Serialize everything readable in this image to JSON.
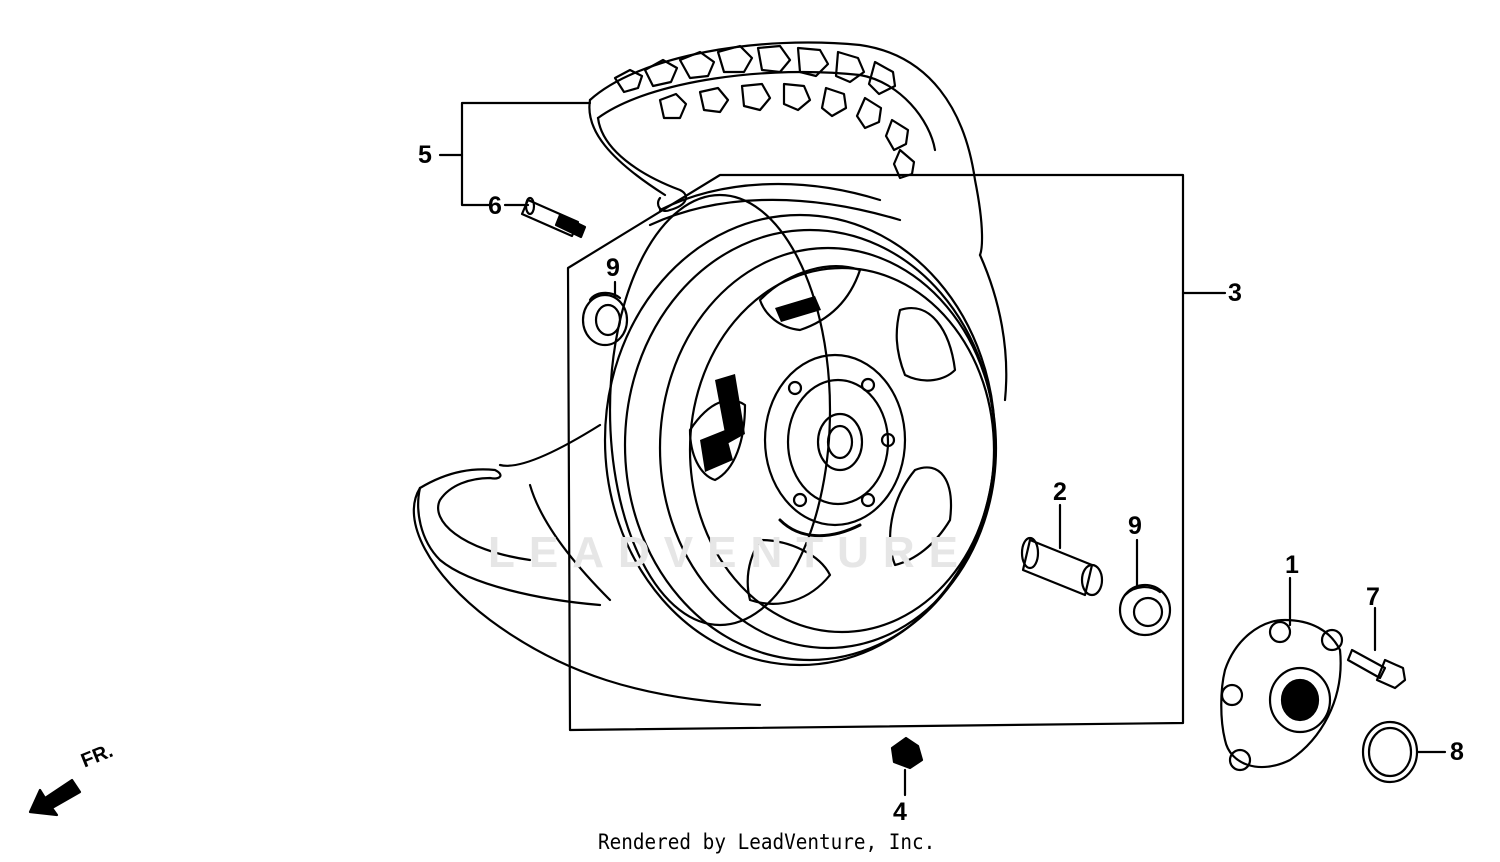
{
  "watermark": "LEADVENTURE",
  "footer": "Rendered by LeadVenture, Inc.",
  "direction_indicator": "FR.",
  "callouts": [
    {
      "id": "1",
      "label": "1",
      "part": "flange-hub-sprocket"
    },
    {
      "id": "2",
      "label": "2",
      "part": "distance-collar"
    },
    {
      "id": "3",
      "label": "3",
      "part": "wheel-assembly"
    },
    {
      "id": "4",
      "label": "4",
      "part": "balance-weight"
    },
    {
      "id": "5",
      "label": "5",
      "part": "tire-and-tube"
    },
    {
      "id": "6",
      "label": "6",
      "part": "valve-stem"
    },
    {
      "id": "7",
      "label": "7",
      "part": "flange-bolt"
    },
    {
      "id": "8",
      "label": "8",
      "part": "o-ring"
    },
    {
      "id": "9a",
      "label": "9",
      "part": "bearing-left"
    },
    {
      "id": "9b",
      "label": "9",
      "part": "bearing-right"
    }
  ]
}
